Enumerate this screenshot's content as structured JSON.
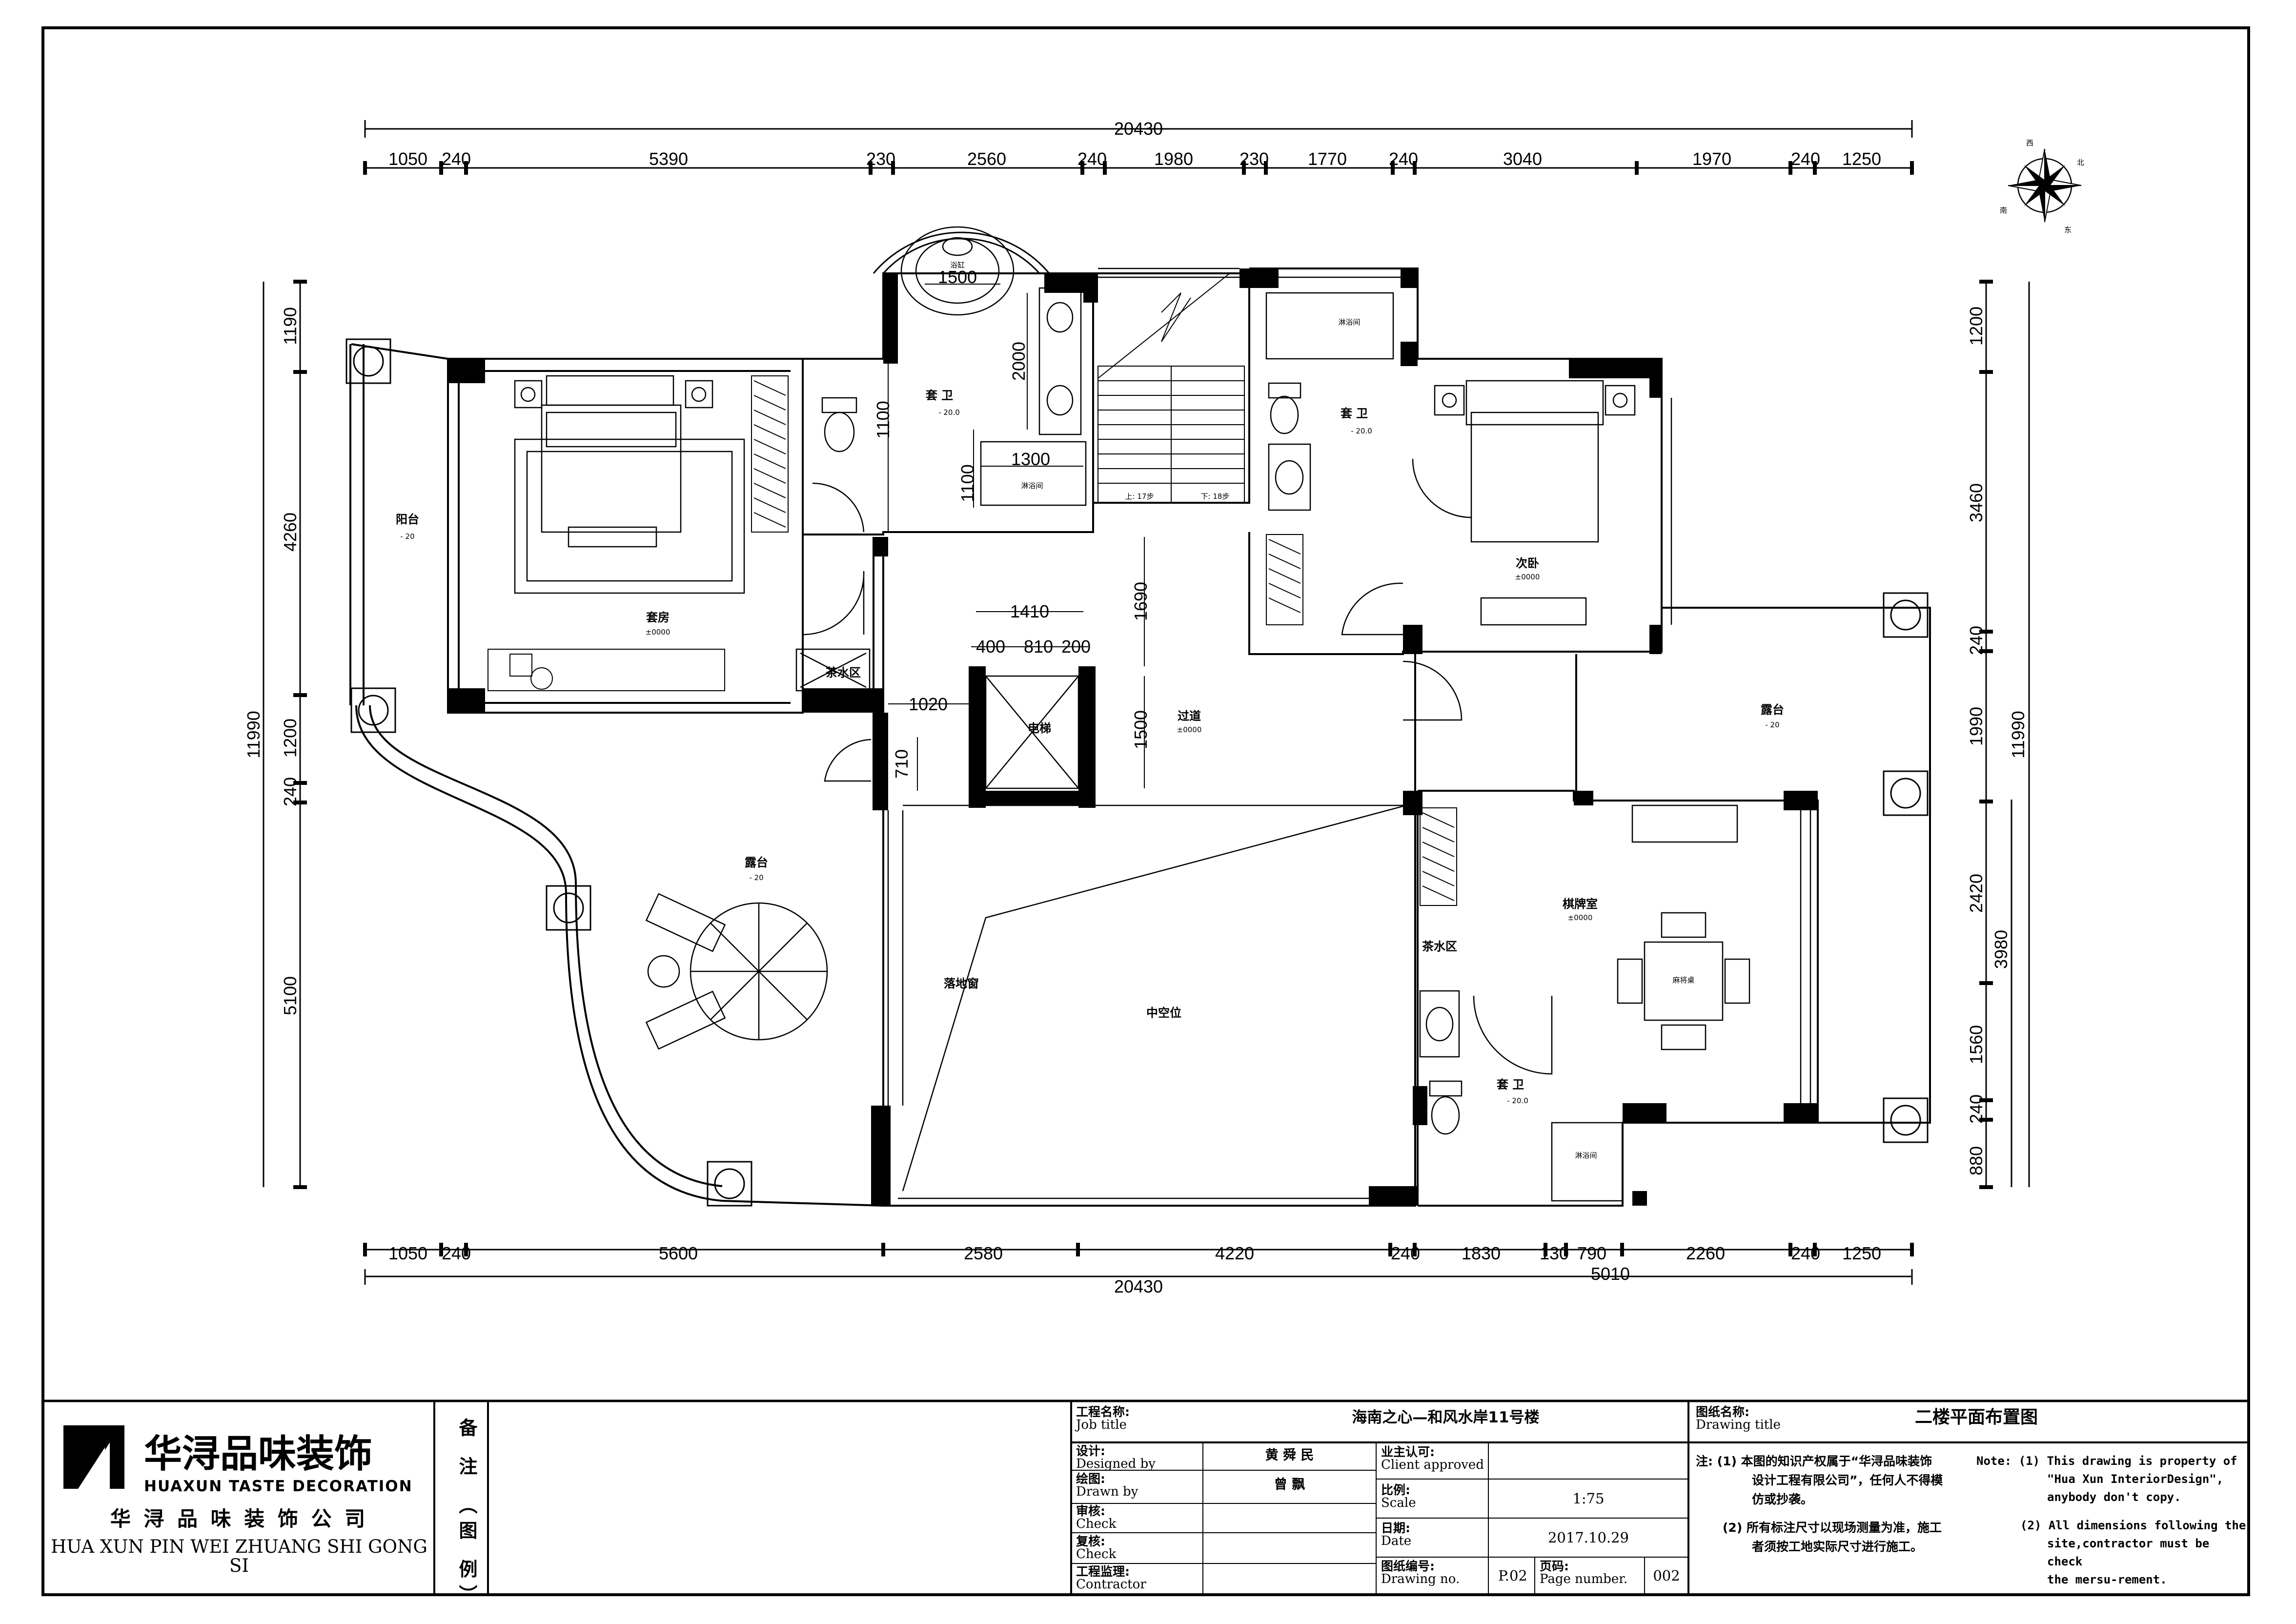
{
  "floor_plan": {
    "top_overall": "20430",
    "top_segments": [
      "1050",
      "240",
      "5390",
      "230",
      "2560",
      "240",
      "1980",
      "230",
      "1770",
      "240",
      "3040",
      "1970",
      "240",
      "1250"
    ],
    "bottom_overall": "20430",
    "bottom_segments": [
      "1050",
      "240",
      "5600",
      "2580",
      "4220",
      "240",
      "1830",
      "130",
      "790",
      "2260",
      "240",
      "1250"
    ],
    "bottom_sub_overall": "5010",
    "left_overall": "11990",
    "left_segments": [
      "1190",
      "4260",
      "1200",
      "240",
      "5100"
    ],
    "right_overall": "11990",
    "right_segments": [
      "1200",
      "3460",
      "240",
      "1990",
      "2420",
      "1560",
      "240",
      "880"
    ],
    "right_sub": "3980",
    "inner_dims": {
      "bath_tub": "1500",
      "vanity": "2000",
      "wc_h1": "1100",
      "wc_h2": "1100",
      "shower_w": "1300",
      "lift_lobby_w": "1410",
      "lift_parts": [
        "400",
        "810",
        "200"
      ],
      "lobby_h": "1690",
      "lift_h": "1500",
      "door_w": "1020",
      "door_h": "710"
    },
    "rooms": {
      "balcony_west": "阳台",
      "balcony_west_level": "- 20",
      "master": "套房",
      "master_level": "±0000",
      "tea_area_1": "茶水区",
      "ensuite_1": "套 卫",
      "ensuite_1_level": "- 20.0",
      "bathtub": "浴缸",
      "shower_1": "淋浴间",
      "stairs_up": "上: 17步",
      "stairs_down": "下: 18步",
      "lift": "电梯",
      "corridor": "过道",
      "corridor_level": "±0000",
      "shower_2": "淋浴间",
      "ensuite_2": "套 卫",
      "ensuite_2_level": "- 20.0",
      "second_bed": "次卧",
      "second_bed_level": "±0000",
      "terrace_east": "露台",
      "terrace_east_level": "- 20",
      "terrace_west": "露台",
      "terrace_west_level": "- 20",
      "window": "落地窗",
      "void": "中空位",
      "tea_area_2": "茶水区",
      "chess_room": "棋牌室",
      "chess_room_level": "±0000",
      "mahjong": "麻将桌",
      "ensuite_3": "套 卫",
      "ensuite_3_level": "- 20.0",
      "shower_3": "淋浴间"
    },
    "compass_labels": [
      "西",
      "北",
      "东",
      "南"
    ]
  },
  "title_block": {
    "logo_cn": "华浔品味装饰",
    "logo_en": "HUAXUN TASTE DECORATION",
    "company_cn": "华 浔 品 味 装 饰 公 司",
    "company_pinyin": "HUA XUN PIN WEI ZHUANG SHI GONG SI",
    "remarks_label": "备 注 （图 例）",
    "job_title_cn": "工程名称:",
    "job_title_en": "Job title",
    "job_title_value": "海南之心—和风水岸11号楼",
    "designed_cn": "设计:",
    "designed_en": "Designed by",
    "designed_value": "黄 舜 民",
    "drawn_cn": "绘图:",
    "drawn_en": "Drawn by",
    "drawn_value": "曾   飘",
    "check1_cn": "审核:",
    "check1_en": "Check",
    "check2_cn": "复核:",
    "check2_en": "Check",
    "contractor_cn": "工程监理:",
    "contractor_en": "Contractor",
    "client_cn": "业主认可:",
    "client_en": "Client approved",
    "scale_cn": "比例:",
    "scale_en": "Scale",
    "scale_value": "1:75",
    "date_cn": "日期:",
    "date_en": "Date",
    "date_value": "2017.10.29",
    "drawing_no_cn": "图纸编号:",
    "drawing_no_en": "Drawing no.",
    "drawing_no_value": "P.02",
    "page_cn": "页码:",
    "page_en": "Page number.",
    "page_value": "002",
    "drawing_title_cn": "图纸名称:",
    "drawing_title_en": "Drawing title",
    "drawing_title_value": "二楼平面布置图",
    "note_cn_1a": "注: (1) 本图的知识产权属于“华浔品味装饰",
    "note_cn_1b": "设计工程有限公司”，任何人不得模",
    "note_cn_1c": "仿或抄袭。",
    "note_cn_2a": "(2) 所有标注尺寸以现场测量为准，施工",
    "note_cn_2b": "者须按工地实际尺寸进行施工。",
    "note_en_1a": "Note: (1) This drawing is property of",
    "note_en_1b": "\"Hua Xun InteriorDesign\",",
    "note_en_1c": "anybody don't copy.",
    "note_en_2a": "(2) All dimensions following the",
    "note_en_2b": "site,contractor must be check",
    "note_en_2c": "the mersu-rement."
  }
}
